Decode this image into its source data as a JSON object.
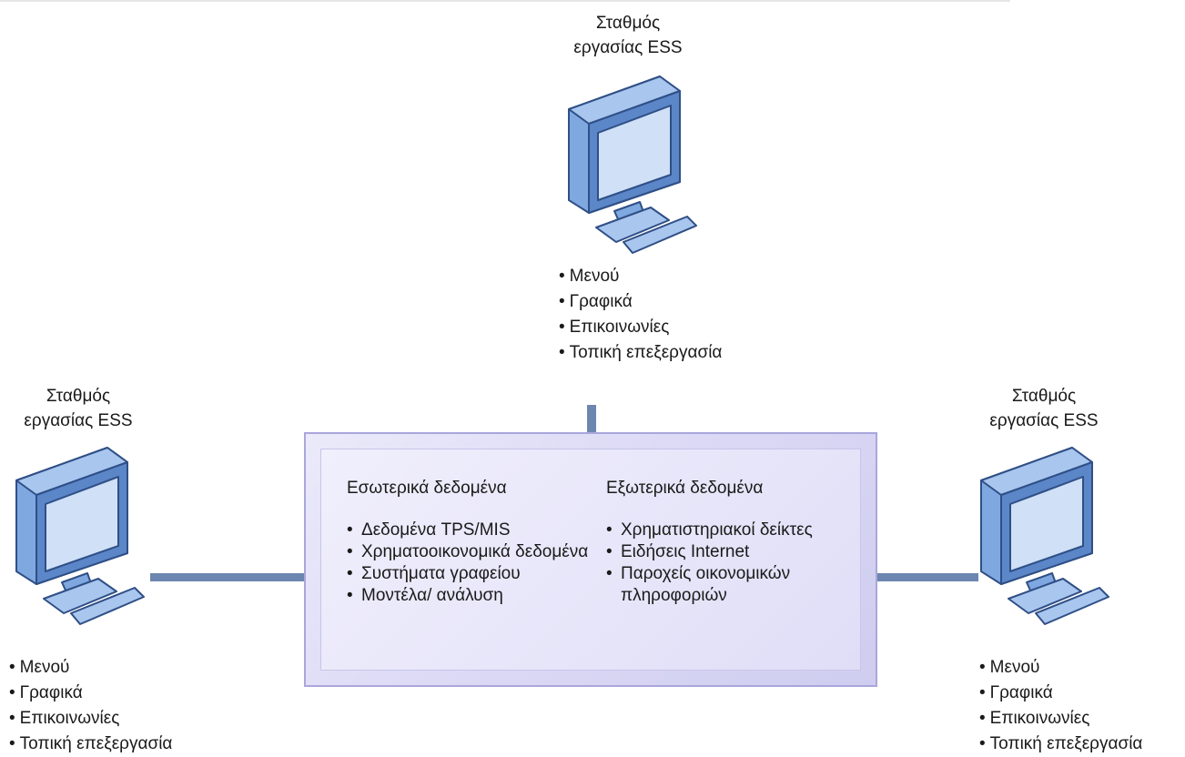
{
  "workstations": [
    {
      "id": "top",
      "label_line1": "Σταθμός",
      "label_line2": "εργασίας ESS",
      "features": [
        "Μενού",
        "Γραφικά",
        "Επικοινωνίες",
        "Τοπική επεξεργασία"
      ]
    },
    {
      "id": "left",
      "label_line1": "Σταθμός",
      "label_line2": "εργασίας ESS",
      "features": [
        "Μενού",
        "Γραφικά",
        "Επικοινωνίες",
        "Τοπική επεξεργασία"
      ]
    },
    {
      "id": "right",
      "label_line1": "Σταθμός",
      "label_line2": "εργασίας ESS",
      "features": [
        "Μενού",
        "Γραφικά",
        "Επικοινωνίες",
        "Τοπική επεξεργασία"
      ]
    }
  ],
  "central_box": {
    "internal": {
      "heading": "Εσωτερικά δεδομένα",
      "items": [
        "Δεδομένα TPS/MIS",
        "Χρηματοοικονομικά δεδομένα",
        "Συστήματα γραφείου",
        "Μοντέλα/ ανάλυση"
      ]
    },
    "external": {
      "heading": "Εξωτερικά δεδομένα",
      "items": [
        "Χρηματιστηριακοί δείκτες",
        "Ειδήσεις Internet",
        "Παροχείς οικονομικών πληροφοριών"
      ]
    }
  },
  "colors": {
    "monitor_frame": "#2f4f86",
    "monitor_body": "#7fa8e0",
    "screen": "#cfe0f7",
    "connector": "#6d86b0",
    "box_fill": "#dcdaf5",
    "box_border": "#a9a6dc"
  }
}
